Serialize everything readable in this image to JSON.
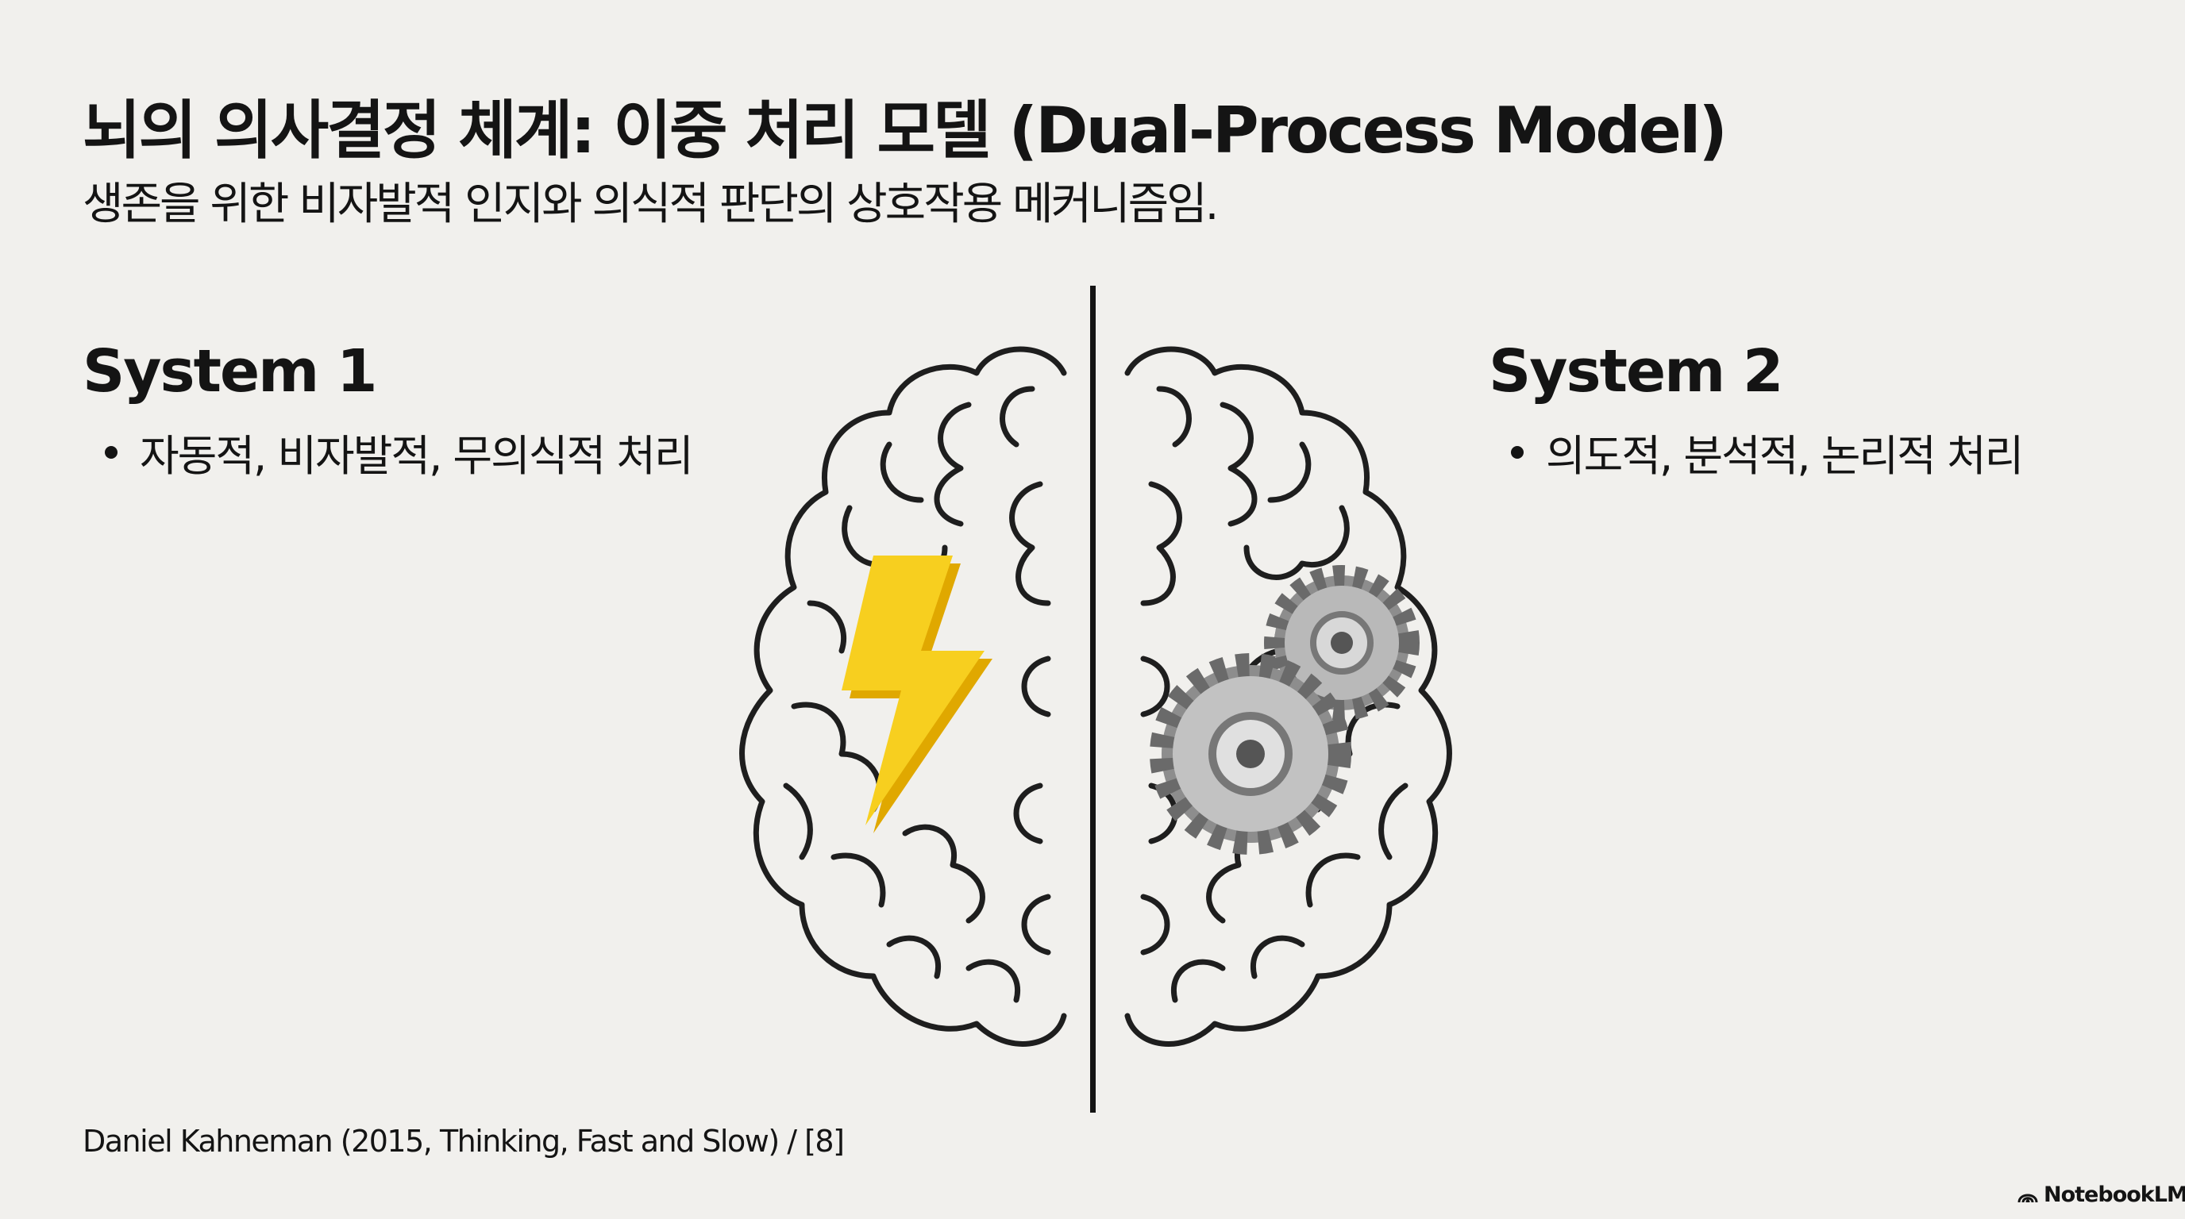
{
  "header": {
    "title": "뇌의 의사결정 체계: 이중 처리 모델 (Dual-Process Model)",
    "subtitle": "생존을 위한 비자발적 인지와 의식적 판단의 상호작용 메커니즘임."
  },
  "system1": {
    "title": "System 1",
    "bullets": [
      "자동적, 비자발적, 무의식적 처리"
    ],
    "icon": "lightning-bolt-icon",
    "color": "#f5c518"
  },
  "system2": {
    "title": "System 2",
    "bullets": [
      "의도적, 분석적, 논리적 처리"
    ],
    "icon": "gears-icon",
    "color": "#9a9a9a"
  },
  "footer": {
    "citation": "Daniel Kahneman (2015, Thinking, Fast and Slow) / [8]"
  },
  "branding": {
    "logo_text": "NotebookLM"
  }
}
